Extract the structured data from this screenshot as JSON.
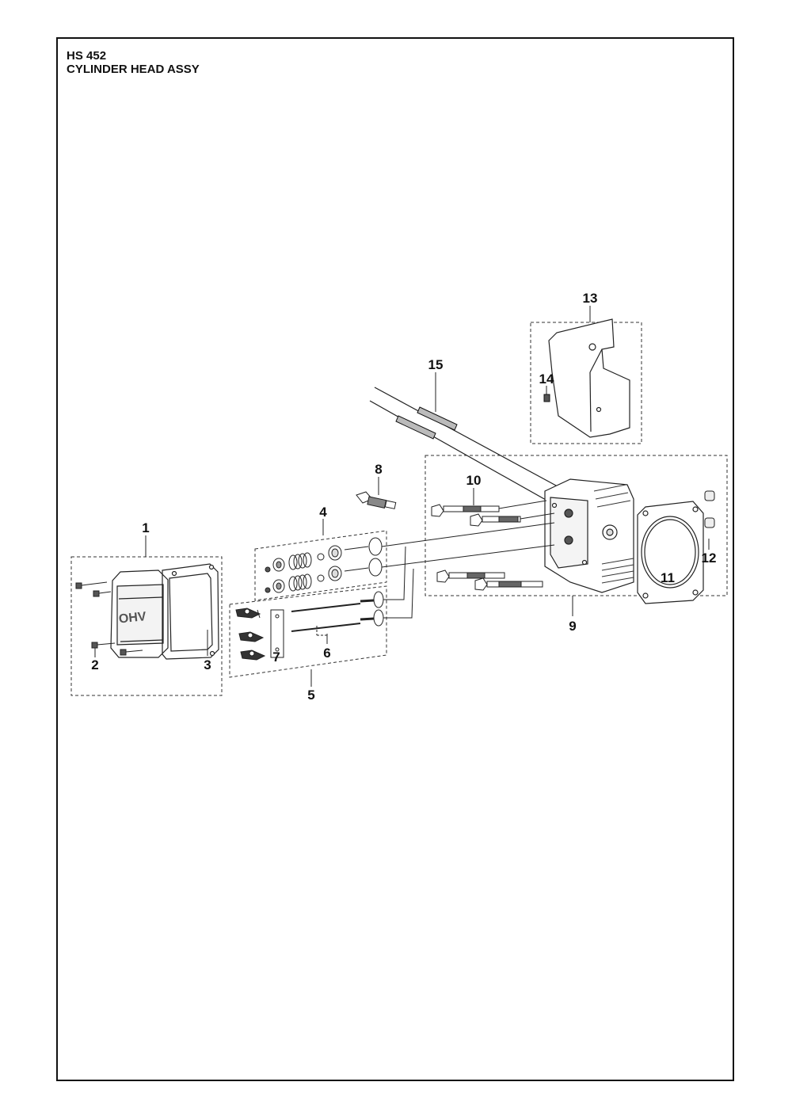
{
  "header": {
    "model": "HS 452",
    "assembly": "CYLINDER HEAD ASSY"
  },
  "cover": {
    "logo_text": "OHV"
  },
  "callouts": [
    "1",
    "2",
    "3",
    "4",
    "5",
    "6",
    "7",
    "8",
    "9",
    "10",
    "11",
    "12",
    "13",
    "14",
    "15"
  ]
}
